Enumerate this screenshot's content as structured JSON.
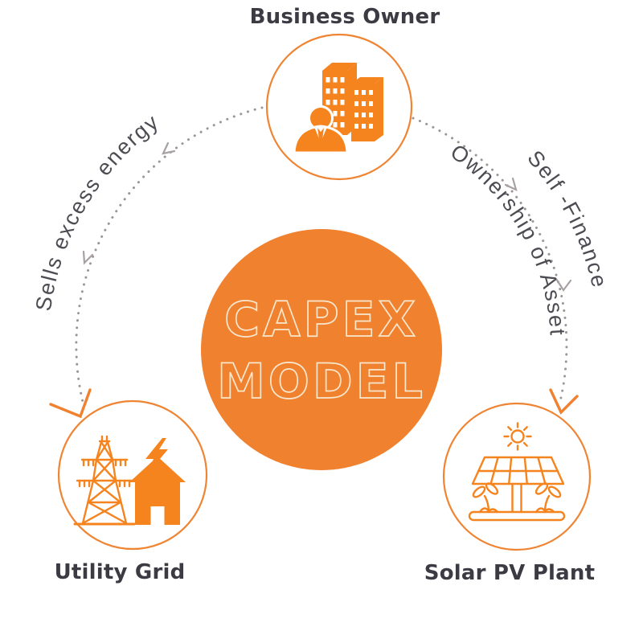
{
  "center": {
    "line1": "CAPEX",
    "line2": "MODEL"
  },
  "nodes": {
    "business_owner": {
      "label": "Business Owner"
    },
    "utility_grid": {
      "label": "Utility Grid"
    },
    "solar_pv_plant": {
      "label": "Solar PV Plant"
    }
  },
  "arrows": {
    "left_label": "Sells excess energy",
    "right_outer_label": "Self -Finance",
    "right_inner_label": "Ownership of Asset"
  },
  "icons": {
    "business_owner": "office-buildings-with-person-icon",
    "utility_grid": "transmission-tower-bolt-house-icon",
    "solar_pv_plant": "solar-panel-sun-sprouts-icon"
  },
  "colors": {
    "orange": "#F0812F",
    "icon_orange": "#F5831E",
    "circle_stroke": "#EF8433",
    "outline_title_stroke": "#F8E7CD",
    "heading_text": "#3C3B43",
    "curved_text": "#4E4C53",
    "dotted_gray": "#9B9595"
  }
}
